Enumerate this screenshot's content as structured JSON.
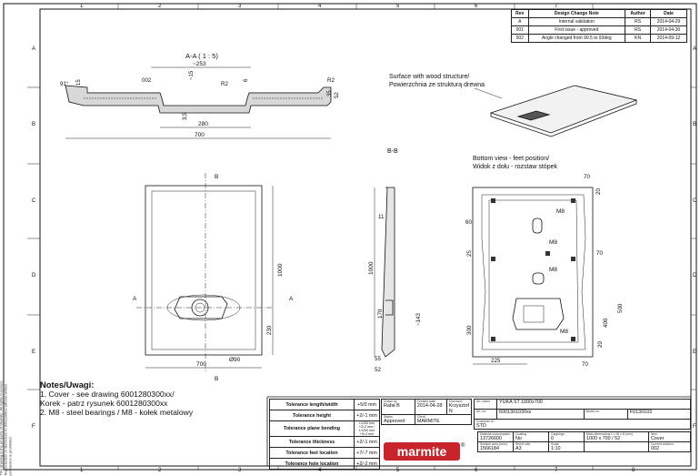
{
  "grid": {
    "cols": [
      "1",
      "2",
      "3",
      "4",
      "5",
      "6",
      "7",
      "8"
    ],
    "rows": [
      "A",
      "B",
      "C",
      "D",
      "E",
      "F"
    ]
  },
  "revisions": {
    "headers": [
      "Rev",
      "Design Change Note",
      "Author",
      "Date"
    ],
    "rows": [
      [
        "A",
        "Internal validation",
        "RS",
        "2014-04-29"
      ],
      [
        "001",
        "First issue - approved",
        "RS",
        "2014-04-30"
      ],
      [
        "002",
        "Angle changed from 90.5 to 93deg",
        "KN",
        "2014-09-12"
      ]
    ]
  },
  "section_aa": {
    "title": "A-A  ( 1 : 5)",
    "dims": {
      "top": "~253",
      "r2a": "R2",
      "r2b": "R2",
      "d15a": "15",
      "d15b": "~15",
      "d6": "6",
      "d002": "002",
      "d35": "35",
      "d52": "52",
      "d280": "280",
      "d35b": "3,5",
      "d700": "700",
      "angle": "91°"
    }
  },
  "section_bb_label": "B-B",
  "surface_note": [
    "Surface with wood structure/",
    "Powierzchnia ze strukturą drewna"
  ],
  "bottom_note": [
    "Bottom view - feet position/",
    "Widok z dołu - rozstaw stópek"
  ],
  "front_view": {
    "dims": {
      "d1000": "1000",
      "d230": "230",
      "d700": "700",
      "d90": "Ø90",
      "labelA": "A",
      "labelB": "B"
    }
  },
  "side_view": {
    "dims": {
      "d11": "11",
      "d1000": "1000",
      "d170": "170",
      "d143": "~143",
      "d55": "55",
      "d52": "52"
    }
  },
  "bottom_view": {
    "dims": {
      "d70a": "70",
      "d20a": "20",
      "d60": "60",
      "d25": "25",
      "d70b": "70",
      "d300": "300",
      "d400": "400",
      "d500": "500",
      "d225": "225",
      "d20b": "20",
      "d70c": "70",
      "m8a": "M8",
      "m8b": "M8",
      "m8c": "M8",
      "m8d": "M8"
    }
  },
  "notes": {
    "title": "Notes/Uwagi:",
    "lines": [
      "1.     Cover - see drawing 6001280300xx/",
      "Korek - patrz rysunek 6001280300xx",
      "2.     M8 - steel bearings / M8 - kołek metalowy"
    ]
  },
  "side_text": "This drawing is the property of Marmite. All rights reserved. Reproduction or disclosure to third parties without written permission is prohibited.",
  "tolerances": [
    [
      "Tolerance length/width",
      "+5/0 mm"
    ],
    [
      "Tolerance height",
      "+2/-1 mm"
    ],
    [
      "Tolerance plane bending",
      "L1200 mm +2/-2 mm / L1200 mm +3/-3 mm"
    ],
    [
      "Tolerance thickness",
      "+2/-1 mm"
    ],
    [
      "Tolerance feet location",
      "+7/-7 mm"
    ],
    [
      "Tolerance hole location",
      "+2/-2 mm"
    ]
  ],
  "titleblock": {
    "drawn_by_cap": "Drawn by",
    "drawn_by": "Rafał B",
    "created_cap": "Created date",
    "created": "2014-04-28",
    "checked_cap": "Checked",
    "checked": "Krzysztof N",
    "approved_cap": "Status",
    "approved": "Approved",
    "client_cap": "Client",
    "client": "MARMITE",
    "artname_cap": "Art. name",
    "artname": "YUKA ST 1000x700",
    "artno_cap": "Art. no.",
    "artno": "6001301030xx",
    "modelno_cap": "Model no.",
    "modelno": "F0130103",
    "custid_cap": "Customer ID",
    "custid": "STD",
    "material_cap": "Material consumption",
    "material": "13726600",
    "coating_cap": "Coating",
    "coating": "No",
    "cappings_cap": "Cappings",
    "cappings": "0",
    "maxdim_cap": "Main dimensions L x W x H (mm)",
    "maxdim": "1000 x 700 / 52",
    "item_cap": "Item",
    "item": "Cover",
    "surface_cap": "Surface area (mm²)",
    "surface": "1566184",
    "sheet_cap": "Sheet size",
    "sheet": "A3",
    "scale_cap": "Scale",
    "scale": "1:10",
    "rev_cap": "Current revision",
    "rev": "002"
  },
  "logo": "marmite",
  "reg": "®"
}
